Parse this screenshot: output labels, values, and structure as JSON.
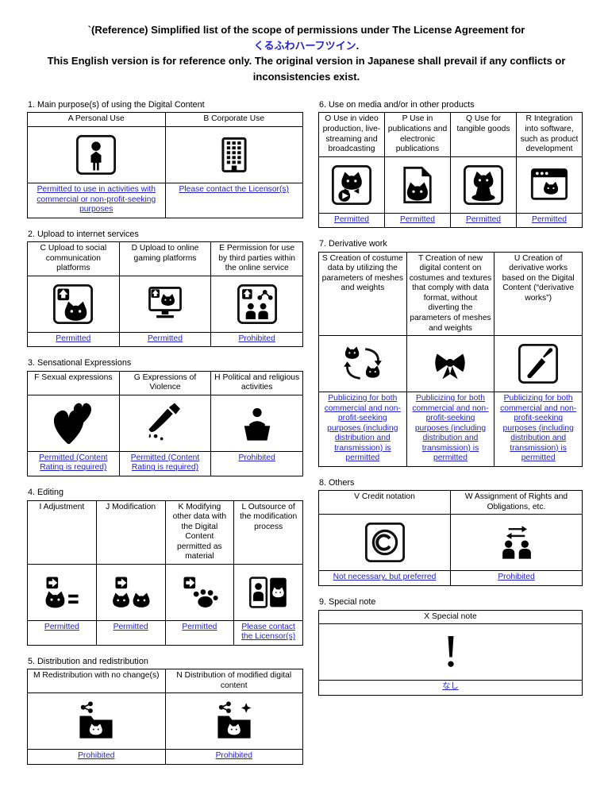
{
  "colors": {
    "link": "#2222cc",
    "text": "#000000"
  },
  "title": {
    "line1": "`(Reference) Simplified list of the scope of permissions under The License Agreement for",
    "product_name": "くるふわハーフツイン",
    "product_suffix": ".",
    "line2": "This English version is for reference only. The original version in Japanese shall prevail if any conflicts or inconsistencies exist."
  },
  "left_sections": [
    {
      "title": "1. Main purpose(s) of using the Digital Content",
      "cells": [
        {
          "header": "A Personal Use",
          "icon": "person-icon",
          "status": "Permitted to use in activities with commercial or non-profit-seeking purposes"
        },
        {
          "header": "B  Corporate Use",
          "icon": "building-icon",
          "status": "Please contact the Licensor(s)"
        }
      ]
    },
    {
      "title": "2. Upload to internet services",
      "cells": [
        {
          "header": "C Upload to social communication platforms",
          "icon": "upload-social-icon",
          "status": "Permitted"
        },
        {
          "header": "D Upload to online gaming platforms",
          "icon": "upload-game-icon",
          "status": "Permitted"
        },
        {
          "header": "E Permission for use by third parties within the online service",
          "icon": "third-party-share-icon",
          "status": "Prohibited"
        }
      ]
    },
    {
      "title": "3. Sensational Expressions",
      "cells": [
        {
          "header": "F Sexual expressions",
          "icon": "hearts-icon",
          "status": "Permitted (Content Rating is required)"
        },
        {
          "header": "G Expressions of Violence",
          "icon": "knife-icon",
          "status": "Permitted (Content Rating is required)"
        },
        {
          "header": "H Political and religious activities",
          "icon": "podium-speech-icon",
          "status": "Prohibited"
        }
      ]
    },
    {
      "title": "4. Editing",
      "cells": [
        {
          "header": "I Adjustment",
          "icon": "adjust-cat-icon",
          "status": "Permitted"
        },
        {
          "header": "J Modification",
          "icon": "modify-cats-icon",
          "status": "Permitted"
        },
        {
          "header": "K Modifying other data with the Digital Content permitted as material",
          "icon": "modify-material-icon",
          "status": "Permitted"
        },
        {
          "header": "L Outsource of the modification process",
          "icon": "outsource-icon",
          "status": "Please contact the Licensor(s)"
        }
      ]
    },
    {
      "title": "5. Distribution and redistribution",
      "cells": [
        {
          "header": "M Redistribution with no change(s)",
          "icon": "share-folder-icon",
          "status": "Prohibited"
        },
        {
          "header": "N Distribution of modified digital content",
          "icon": "share-folder-modified-icon",
          "status": "Prohibited"
        }
      ]
    }
  ],
  "right_sections": [
    {
      "title": "6. Use on media and/or in other products",
      "cells": [
        {
          "header": "O Use in video production, live-streaming and broadcasting",
          "icon": "video-cat-icon",
          "status": "Permitted"
        },
        {
          "header": "P Use in publications and electronic publications",
          "icon": "publication-cat-icon",
          "status": "Permitted"
        },
        {
          "header": "Q Use for tangible goods",
          "icon": "goods-cat-icon",
          "status": "Permitted"
        },
        {
          "header": "R Integration into software, such as product development",
          "icon": "software-cat-icon",
          "status": "Permitted"
        }
      ]
    },
    {
      "title": "7. Derivative work",
      "cells": [
        {
          "header": "S Creation of costume data by utilizing the parameters of meshes and weights",
          "icon": "costume-recycle-icon",
          "status": "Publicizing for both commercial and non-profit-seeking purposes (including distribution and transmission) is permitted"
        },
        {
          "header": "T Creation of new digital content on costumes and textures that comply with data format, without diverting the parameters of meshes and weights",
          "icon": "ribbon-icon",
          "status": "Publicizing for both commercial and non-profit-seeking purposes (including distribution and transmission) is permitted"
        },
        {
          "header": "U Creation of derivative works based on the Digital Content (“derivative works”)",
          "icon": "paintbrush-icon",
          "status": "Publicizing for both commercial and non-profit-seeking purposes (including distribution and transmission) is permitted"
        }
      ]
    },
    {
      "title": "8. Others",
      "cells": [
        {
          "header": "V Credit notation",
          "icon": "copyright-icon",
          "status": "Not necessary, but preferred"
        },
        {
          "header": "W Assignment of Rights and Obligations, etc.",
          "icon": "assignment-people-icon",
          "status": "Prohibited"
        }
      ]
    },
    {
      "title": "9. Special note",
      "cells": [
        {
          "header": "X Special note",
          "icon": "exclamation-icon",
          "status": "なし"
        }
      ]
    }
  ]
}
